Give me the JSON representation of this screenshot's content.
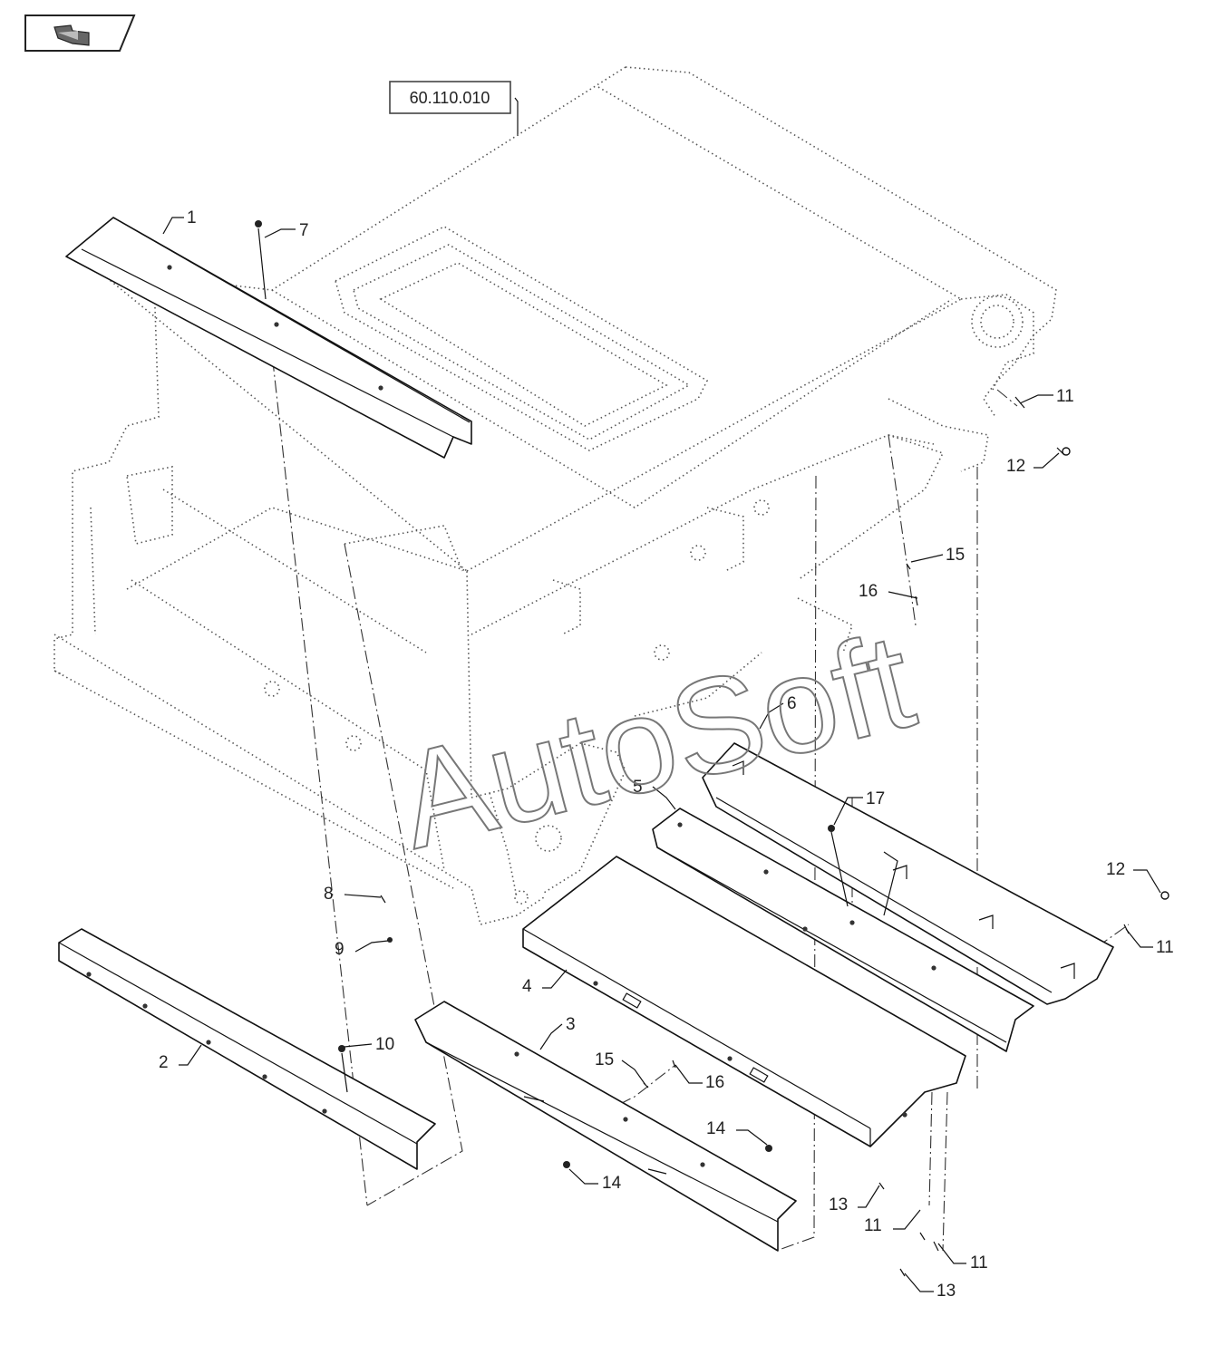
{
  "reference": {
    "label": "60.110.010"
  },
  "watermark": "AutoSoft",
  "nav_icon": "return-arrow-icon",
  "callouts": [
    "1",
    "2",
    "3",
    "4",
    "5",
    "6",
    "7",
    "8",
    "9",
    "10",
    "11",
    "11",
    "11",
    "11",
    "12",
    "12",
    "13",
    "13",
    "14",
    "14",
    "15",
    "15",
    "16",
    "16",
    "17"
  ]
}
